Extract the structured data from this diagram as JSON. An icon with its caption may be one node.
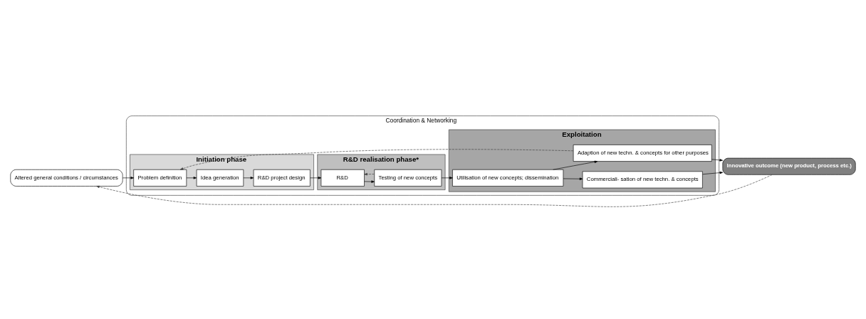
{
  "diagram": {
    "nodes": [
      {
        "text": [
          "Coordination & Networking"
        ]
      },
      {
        "text": [
          "Altered general conditions / circumstances"
        ]
      },
      {
        "text": [
          "Initiation phase"
        ],
        "in": 0
      },
      {
        "text": [
          "Problem definition"
        ],
        "in": 2
      },
      {
        "text": [
          "Idea generation"
        ],
        "in": 2
      },
      {
        "text": [
          "R&D project design"
        ],
        "in": 2
      },
      {
        "text": [
          "R&D realisation phase*"
        ],
        "in": 0
      },
      {
        "text": [
          "R&D"
        ],
        "in": 6
      },
      {
        "text": [
          "Testing of new concepts"
        ],
        "in": 6
      },
      {
        "text": [
          "Exploitation"
        ],
        "in": 0
      },
      {
        "text": [
          "Utilisation of new concepts; dissemination"
        ],
        "in": 9
      },
      {
        "text": [
          "Commerciali- sation of new techn. & concepts"
        ],
        "in": 9
      },
      {
        "text": [
          "Adaption of new techn. & concepts for other purposes"
        ],
        "in": 9
      },
      {
        "text": [
          "Innovative outcome (new product, process etc.)"
        ]
      }
    ],
    "edges": [
      {
        "from": 1,
        "to": 3,
        "arrow": "to"
      },
      {
        "from": 3,
        "to": 4,
        "arrow": "to"
      },
      {
        "from": 4,
        "to": 5,
        "arrow": "to"
      },
      {
        "from": 5,
        "to": 7,
        "arrow": "to"
      },
      {
        "from": 7,
        "to": 8,
        "arrow": "to"
      },
      {
        "from": 8,
        "to": 10,
        "arrow": "to"
      },
      {
        "from": 10,
        "to": 11,
        "arrow": "to"
      },
      {
        "from": 10,
        "to": 12,
        "arrow": "to"
      },
      {
        "from": 11,
        "to": 13,
        "arrow": "to"
      },
      {
        "from": 12,
        "to": 13,
        "arrow": "to"
      },
      {
        "from": 8,
        "to": 7,
        "arrow": "to",
        "style": "dashed"
      },
      {
        "from": 12,
        "to": 3,
        "arrow": "to",
        "style": "dashed"
      },
      {
        "from": 13,
        "to": 1,
        "arrow": "to",
        "style": "dashed"
      }
    ]
  }
}
